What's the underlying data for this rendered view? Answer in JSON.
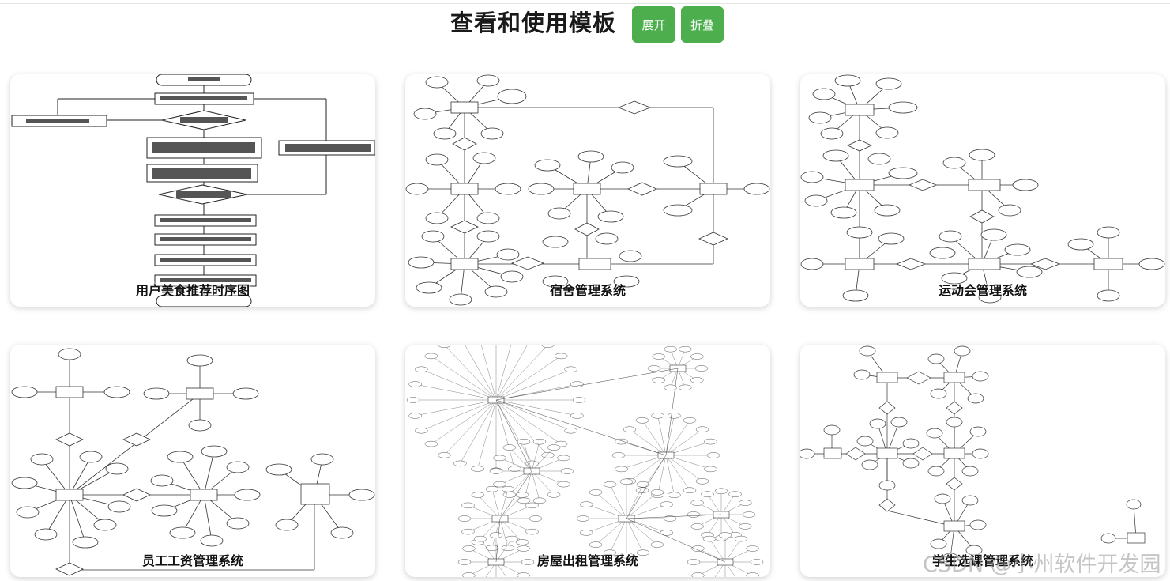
{
  "header": {
    "title": "查看和使用模板",
    "expand_label": "展开",
    "collapse_label": "折叠"
  },
  "templates": [
    {
      "title": "用户美食推荐时序图"
    },
    {
      "title": "宿舍管理系统"
    },
    {
      "title": "运动会管理系统"
    },
    {
      "title": "员工工资管理系统"
    },
    {
      "title": "房屋出租管理系统"
    },
    {
      "title": "学生选课管理系统"
    }
  ],
  "watermark": "CSDN @小州软件开发园",
  "colors": {
    "button_green": "#4cae4c",
    "card_background": "#ffffff"
  }
}
